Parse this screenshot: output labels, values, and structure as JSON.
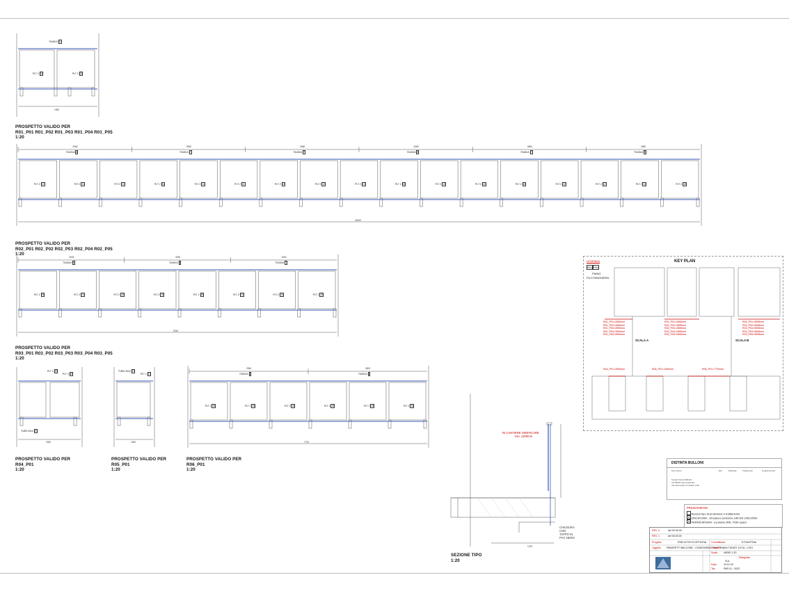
{
  "elevations": {
    "e1": {
      "label_l1": "",
      "l1": "",
      "top_tag": "70x30x3",
      "top_tag_n": "6",
      "plts": [
        {
          "t": "PLT 2",
          "n": "16"
        },
        {
          "t": "PLT 2",
          "n": "15"
        }
      ],
      "overall": "1350"
    },
    "e2": {
      "label_l1": "PROSPETTO VALIDO PER",
      "label_l2": "R01_P01 R01_P02 R01_P03 R01_P04 R01_P05",
      "scale": "1:20",
      "tags": [
        {
          "t": "70x30x3",
          "n": "6"
        },
        {
          "t": "70x30x3",
          "n": "7"
        },
        {
          "t": "70x30x3",
          "n": "7"
        },
        {
          "t": "70x30x3",
          "n": "8"
        },
        {
          "t": "70x30x3",
          "n": "7"
        },
        {
          "t": "70x30x3",
          "n": "9"
        }
      ],
      "top_dims": [
        "2686",
        "2585",
        "2686",
        "2685",
        "2685",
        "2650"
      ],
      "plts": [
        "12",
        "11",
        "12",
        "11",
        "11",
        "11",
        "12",
        "12",
        "13",
        "13",
        "13",
        "14",
        "12",
        "12",
        "12",
        "11",
        "18"
      ],
      "overall": "16920"
    },
    "e3": {
      "label_l1": "PROSPETTO VALIDO PER",
      "label_l2": "R02_P01 R02_P02 R02_P03 R02_P04 R02_P05",
      "scale": "1:20",
      "tags": [
        {
          "t": "70x30x3",
          "n": "6"
        },
        {
          "t": "70x30x3",
          "n": "6"
        },
        {
          "t": "70x30x3",
          "n": "7"
        }
      ],
      "top_dims": [
        "3035",
        "3035",
        "2450"
      ],
      "plts": [
        "15",
        "16",
        "15",
        "15",
        "15",
        "15",
        "15",
        "19"
      ],
      "overall": "9016"
    },
    "e4": {
      "label_l1": "PROSPETTO VALIDO PER",
      "label_l2": "R03_P01 R03_P02 R03_P03 R03_P04 R03_P05",
      "scale": "1:20"
    },
    "e5": {
      "label_l1": "PROSPETTO VALIDO PER",
      "label_l2": "R04_P01",
      "scale": "1:20",
      "plts": [
        {
          "t": "PLT 2",
          "n": "20"
        },
        {
          "t": "PLT 3",
          "n": "20"
        }
      ],
      "tube": "TUBO 40x4",
      "tube_n": "17",
      "overall": "1800"
    },
    "e6": {
      "label_l1": "PROSPETTO VALIDO PER",
      "label_l2": "R05_P01",
      "scale": "1:20",
      "tube": "TUBO 40x4",
      "tube_n": "17",
      "plt": "PLT 2",
      "plt_n": "17",
      "overall": "1050"
    },
    "e7": {
      "label_l1": "PROSPETTO VALIDO PER",
      "label_l2": "R06_P01",
      "scale": "1:20",
      "tags": [
        {
          "t": "70x30x3",
          "n": "3"
        },
        {
          "t": "70x30x3",
          "n": "4"
        }
      ],
      "top_dims": [
        "2550",
        "3800"
      ],
      "plts": [
        "16",
        "16",
        "16",
        "16",
        "16",
        "16"
      ],
      "overall": "7720"
    }
  },
  "section": {
    "label_l1": "SEZIONE TIPO",
    "scale": "1:20",
    "note1_l1": "IN CANTIERE VERIFICARE",
    "note1_l2": "min. 1100mm",
    "note2": "CHIUSURA CON TAPPO IN PVC NERO",
    "dim": "1075"
  },
  "keyplan": {
    "title": "KEY PLAN",
    "legend_head": "LEGENDA",
    "legend_code1": "R01",
    "legend_code2": "P01",
    "legend_l1": "PIANO",
    "legend_l2": "FILO RINGHIERA",
    "red_a": [
      "R01_P01=2650mm",
      "R01_P02=2690mm",
      "R01_P03=2690mm",
      "R01_P04=2690mm",
      "R01_P05=2690mm"
    ],
    "red_b": [
      "R02_P01=2650mm",
      "R02_P02=2650mm",
      "R02_P03=2650mm",
      "R02_P04=2650mm",
      "R02_P05=2650mm"
    ],
    "red_c": [
      "R03_P01=9508mm",
      "R03_P02=9508mm",
      "R03_P03=9508mm",
      "R03_P04=9508mm",
      "R03_P05=9508mm"
    ],
    "scala_a": "SCALA A",
    "scala_b": "SCALA B",
    "red_d": "R04_P01=2050mm",
    "red_e": "R05_P01=1050mm",
    "red_f": "R06_P01=7720mm"
  },
  "bulloni": {
    "title": "DISTINTA BULLONI",
    "h1": "Tipo costrut.",
    "h2": "Qtà",
    "h3": "Materiale",
    "h4": "Trattamento",
    "h5": "Lunghezza filet.",
    "r1": "Tasselli chimici M8x110",
    "r2": "Viti M8x20 testa esagonale",
    "r3": "Viti testa tonda con quadro sotto"
  },
  "prescrizioni": {
    "title": "PRESCRIZIONI",
    "r1": "Nessun tipo di protezione e trattamento",
    "r2": "ZINCATURA : Zincatura conforme UNI EN 1461/2009",
    "r3": "VERNICIATURA : a polvere RAL 7030 opaco"
  },
  "titleblock": {
    "rev0": "REV. 0",
    "rev0_date": "del 00.00.00",
    "rev1": "REV. 1",
    "rev1_date": "del 00.00.00",
    "prog_l": "Progetto",
    "prog_v": "ESECUTIVI DI OFFICINA",
    "ogg_l": "Oggetto",
    "ogg_v": "PARAPETTI BALCONE - CONDOMINIO FAUSTINA",
    "comm_l": "Committente",
    "comm_v": "E.FAUSTINA",
    "cant_l": "Cantiere",
    "cant_v": "VIA TURATI 11/7/A - LODI",
    "scala_l": "Scala",
    "scala_v": "VARIE 1:20",
    "data_l": "Data",
    "data_v": "13.01.22",
    "tav_l": "Tav.",
    "tav_v": "PAR 01 - 2022",
    "dis_l": "Disegnato",
    "dis_v": "N.A."
  }
}
